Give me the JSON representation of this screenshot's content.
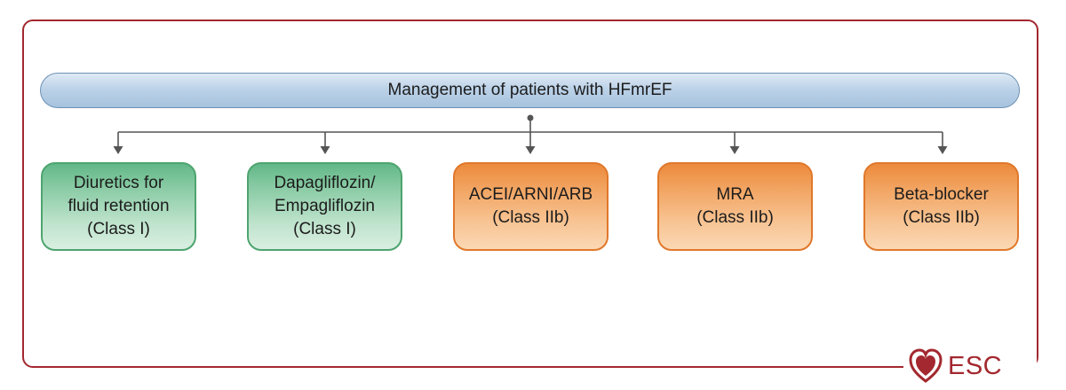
{
  "header": {
    "title": "Management of patients with HFmrEF"
  },
  "boxes": [
    {
      "lines": [
        "Diuretics for",
        "fluid retention",
        "(Class I)"
      ],
      "color": "green"
    },
    {
      "lines": [
        "Dapagliflozin/",
        "Empagliflozin",
        "(Class I)"
      ],
      "color": "green"
    },
    {
      "lines": [
        "ACEI/ARNI/ARB",
        "(Class IIb)"
      ],
      "color": "orange"
    },
    {
      "lines": [
        "MRA",
        "(Class IIb)"
      ],
      "color": "orange"
    },
    {
      "lines": [
        "Beta-blocker",
        "(Class IIb)"
      ],
      "color": "orange"
    }
  ],
  "logo": {
    "text": "ESC"
  },
  "colors": {
    "frame": "#a3282f",
    "header_fill": "#bcd2e8",
    "green": "#62b888",
    "orange": "#ec8a3c",
    "connector": "#555555"
  }
}
